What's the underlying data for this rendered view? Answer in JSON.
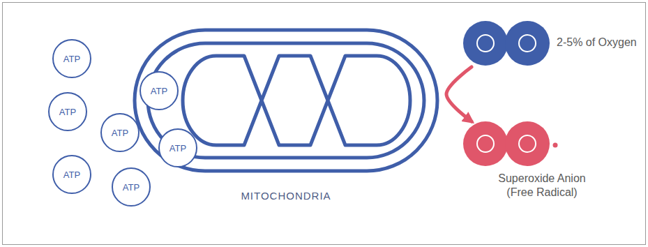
{
  "diagram": {
    "nodes": [
      {
        "text": [
          "ATP"
        ]
      },
      {
        "text": [
          "ATP"
        ]
      },
      {
        "text": [
          "ATP"
        ]
      },
      {
        "text": [
          "ATP"
        ]
      },
      {
        "text": [
          "ATP"
        ]
      },
      {
        "text": [
          "ATP"
        ]
      },
      {
        "text": [
          "ATP"
        ]
      },
      {
        "text": [
          "MITOCHONDRIA"
        ]
      },
      {
        "text": [
          "2-5% of Oxygen"
        ]
      },
      {
        "text": [
          "Superoxide Anion (Free Radical)"
        ]
      }
    ],
    "edges": [
      {
        "from": 8,
        "to": 9,
        "arrow": "to"
      }
    ]
  }
}
